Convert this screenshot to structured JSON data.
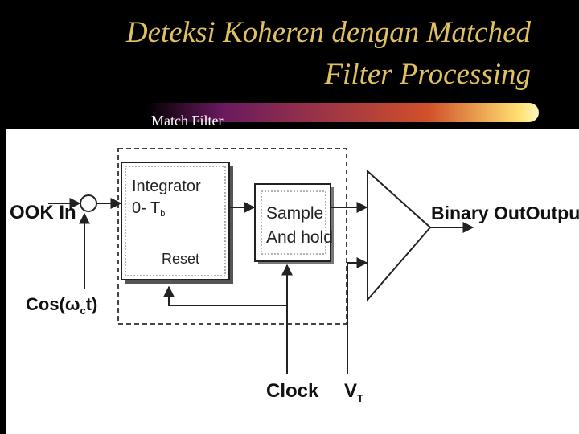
{
  "slide": {
    "title_line1": "Deteksi Koheren dengan Matched",
    "title_line2": "Filter Processing",
    "subtitle": "Match Filter"
  },
  "diagram": {
    "input_label": "OOK In",
    "carrier_label": "Cos(ω",
    "carrier_sub": "c",
    "carrier_tail": "t)",
    "integrator_line1": "Integrator",
    "integrator_line2": "0- T",
    "integrator_sub": "b",
    "reset_label": "Reset",
    "sample_line1": "Sample",
    "sample_line2": "And hold",
    "output_label": "Binary OutOutput",
    "clock_label": "Clock",
    "threshold_label": "V",
    "threshold_sub": "T"
  },
  "colors": {
    "title": "#e0c060",
    "background": "#000000",
    "panel": "#ffffff"
  }
}
